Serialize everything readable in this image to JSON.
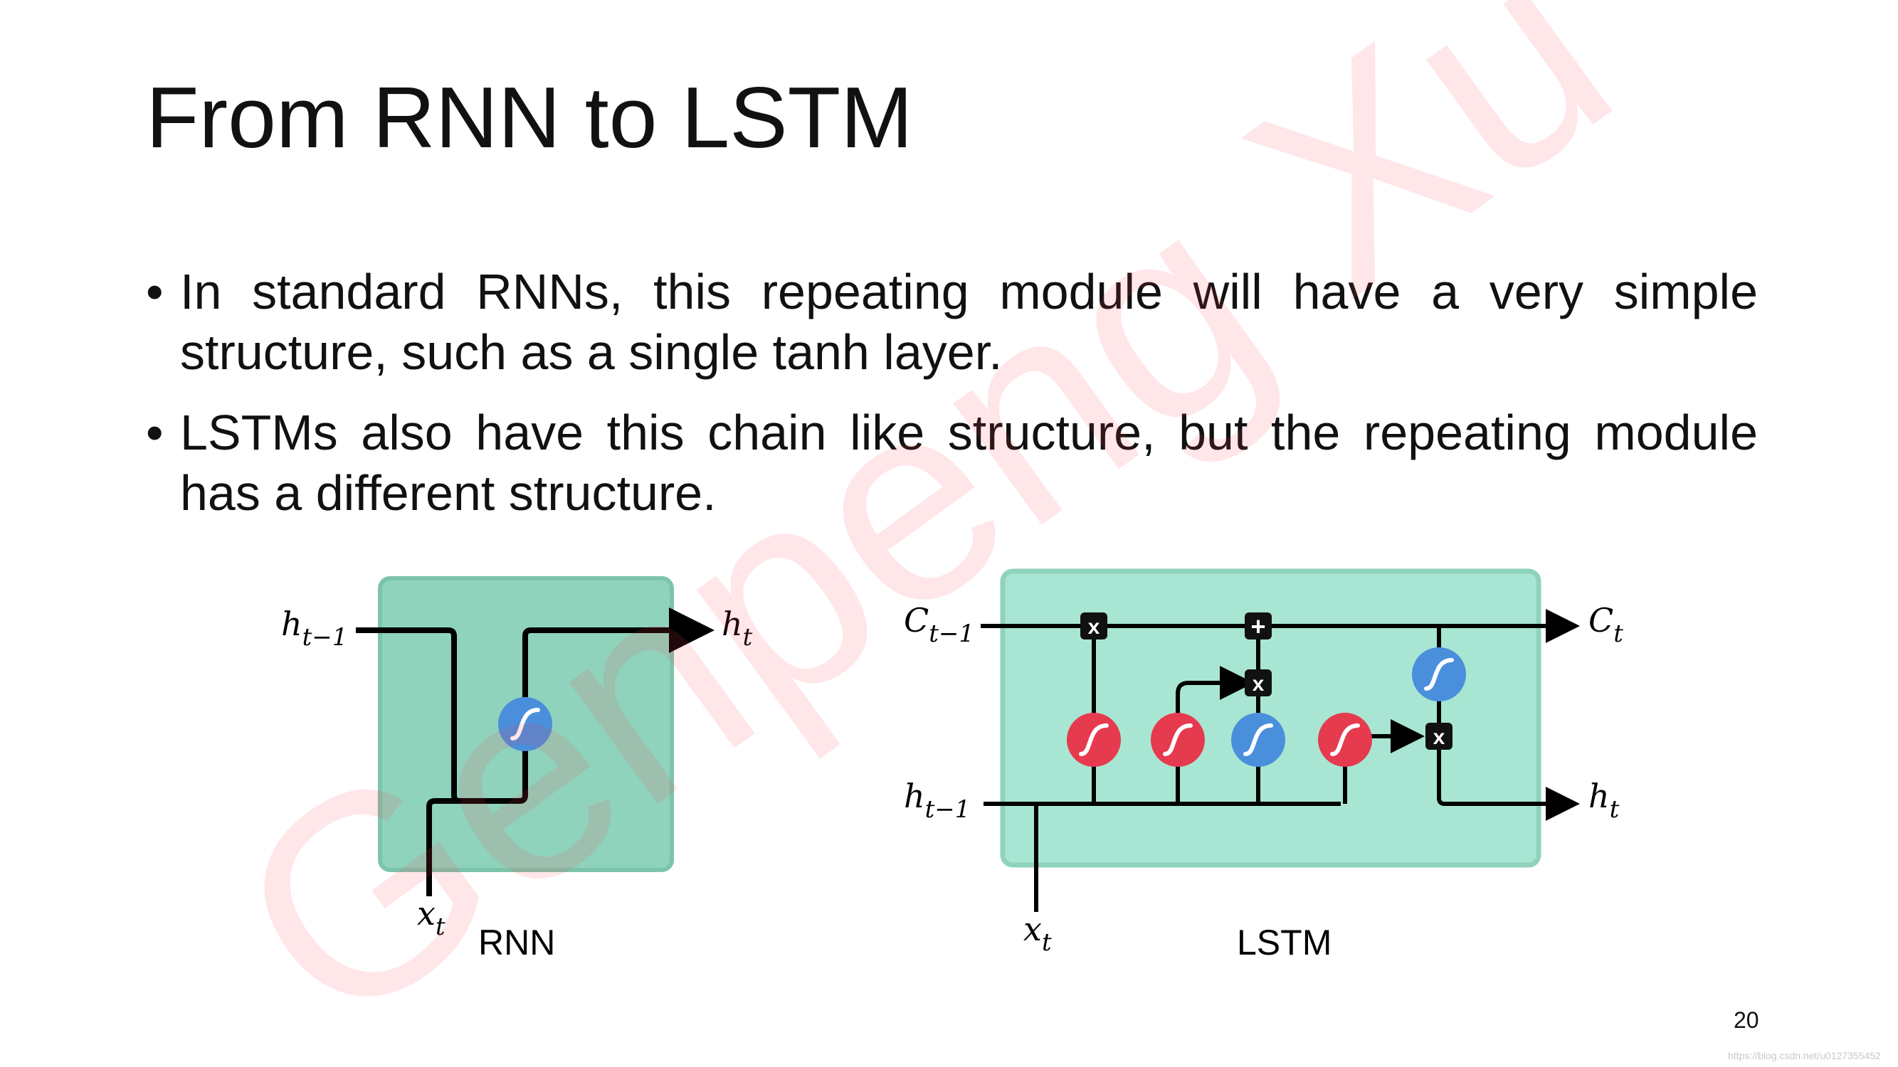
{
  "slide": {
    "title": "From RNN to LSTM",
    "bullets": [
      "In standard RNNs, this repeating module will have a very simple structure, such as a single tanh layer.",
      "LSTMs also have this chain like structure, but the repeating module has a different structure."
    ],
    "bullet_glyph": "•",
    "page_number": "20",
    "watermark": "Genpeng Xu",
    "url_note": "https://blog.csdn.net/u0127355452"
  },
  "rnn": {
    "caption": "RNN",
    "labels": {
      "h_prev_base": "h",
      "h_prev_sub": "t−1",
      "h_out_base": "h",
      "h_out_sub": "t",
      "x_base": "x",
      "x_sub": "t"
    },
    "box_color": "#8fd3bd",
    "gate_color": "#4a8fdc"
  },
  "lstm": {
    "caption": "LSTM",
    "labels": {
      "c_prev_base": "C",
      "c_prev_sub": "t−1",
      "c_out_base": "C",
      "c_out_sub": "t",
      "h_prev_base": "h",
      "h_prev_sub": "t−1",
      "h_out_base": "h",
      "h_out_sub": "t",
      "x_base": "x",
      "x_sub": "t"
    },
    "ops": {
      "multiply": "x",
      "add": "+"
    },
    "box_color": "#a8e6d3",
    "sigmoid_color": "#e63a4e",
    "tanh_color": "#4a8fdc"
  },
  "colors": {
    "watermark": "#ff3b4a",
    "line": "#000000"
  }
}
